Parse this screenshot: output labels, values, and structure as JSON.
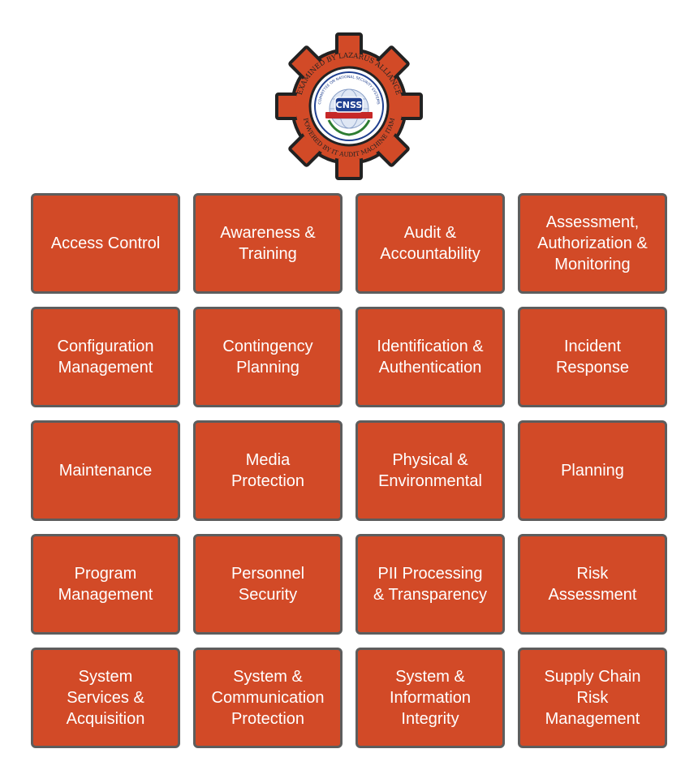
{
  "logo": {
    "outer_text_top": "EXAMINED BY LAZARUS ALLIANCE",
    "outer_text_right": "POWERED BY IT AUDIT MACHINE ITAM",
    "ring_text": "COMMITTEE ON NATIONAL SECURITY SYSTEMS",
    "badge": "CNSS",
    "colors": {
      "gear": "#d24a27",
      "outline": "#222222",
      "badge": "#1f3f8f",
      "ribbon": "#c62828"
    }
  },
  "tile_style": {
    "fill": "#d24a27",
    "border": "#5d5d5d",
    "text": "#ffffff"
  },
  "tiles": [
    "Access Control",
    "Awareness &\nTraining",
    "Audit &\nAccountability",
    "Assessment,\nAuthorization &\nMonitoring",
    "Configuration\nManagement",
    "Contingency\nPlanning",
    "Identification &\nAuthentication",
    "Incident\nResponse",
    "Maintenance",
    "Media\nProtection",
    "Physical &\nEnvironmental",
    "Planning",
    "Program\nManagement",
    "Personnel\nSecurity",
    "PII Processing\n& Transparency",
    "Risk\nAssessment",
    "System\nServices &\nAcquisition",
    "System &\nCommunication\nProtection",
    "System &\nInformation\nIntegrity",
    "Supply Chain\nRisk\nManagement"
  ]
}
